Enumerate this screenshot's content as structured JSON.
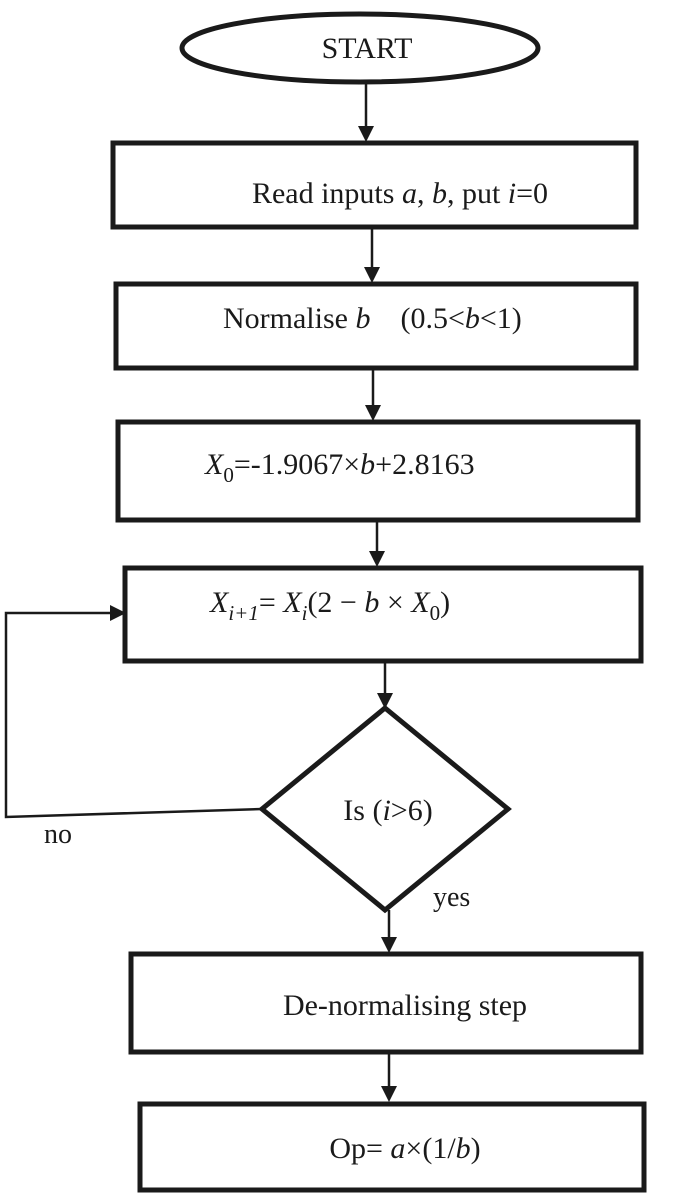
{
  "flowchart": {
    "start": {
      "label": "START"
    },
    "read_inputs": {
      "prefix": "Read inputs ",
      "var_a": "a",
      "sep1": ", ",
      "var_b": "b",
      "sep2": ", put ",
      "var_i": "i",
      "suffix": "=0"
    },
    "normalise": {
      "prefix": "Normalise ",
      "var_b": "b",
      "range_open": "(0.5<",
      "range_var": "b",
      "range_close": "<1)"
    },
    "init": {
      "var": "X",
      "sub": "0",
      "expr": "=-1.9067×",
      "var_b": "b",
      "tail": "+2.8163"
    },
    "iterate": {
      "lhs_var": "X",
      "lhs_sub": "i+1",
      "eq": "= ",
      "rhs_var": "X",
      "rhs_sub": "i",
      "paren_open": "(2 − ",
      "var_b": "b",
      "times": " × ",
      "x0_var": "X",
      "x0_sub": "0",
      "paren_close": ")"
    },
    "decision": {
      "prefix": "Is (",
      "var_i": "i",
      "suffix": ">6)",
      "no_label": "no",
      "yes_label": "yes"
    },
    "denormalise": {
      "label": "De-normalising step"
    },
    "output": {
      "prefix": "Op= ",
      "var_a": "a",
      "mid": "×(1/",
      "var_b": "b",
      "suffix": ")"
    }
  }
}
